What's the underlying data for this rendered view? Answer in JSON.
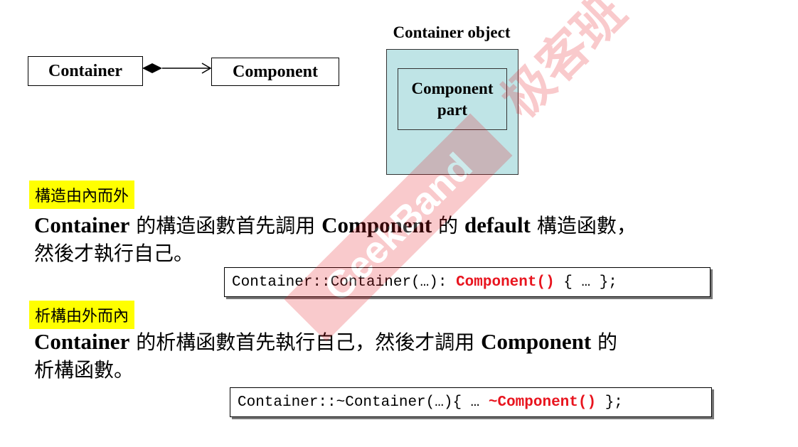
{
  "diagram": {
    "container_label": "Container",
    "component_label": "Component",
    "object_title": "Container object",
    "part_line1": "Component",
    "part_line2": "part"
  },
  "construct": {
    "tag": "構造由內而外",
    "seg1": "Container",
    "seg2": " 的構造函數首先調用 ",
    "seg3": "Component",
    "seg4": " 的 ",
    "seg5": "default",
    "seg6": " 構造函數，",
    "seg7": "然後才執行自己。",
    "code_prefix": "Container::Container(…): ",
    "code_highlight": "Component()",
    "code_suffix": " { … };"
  },
  "destruct": {
    "tag": "析構由外而內",
    "seg1": "Container",
    "seg2": " 的析構函數首先執行自己，然後才調用 ",
    "seg3": "Component",
    "seg4": " 的",
    "seg5": "析構函數。",
    "code_prefix": "Container::~Container(…){ … ",
    "code_highlight": "~Component()",
    "code_suffix": " };"
  },
  "watermark": {
    "brand": "GeekBand",
    "cjk": "极客班",
    "color": "#e8141e"
  }
}
